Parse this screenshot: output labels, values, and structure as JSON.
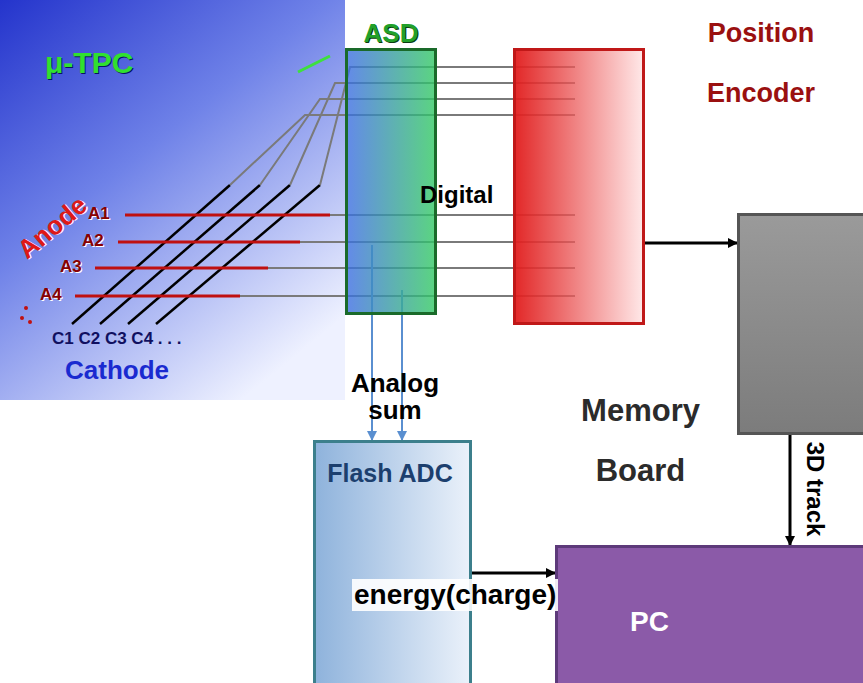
{
  "diagram": {
    "nodes": [
      {
        "text": [
          "μ-TPC"
        ]
      },
      {
        "text": [
          "ASD"
        ]
      },
      {
        "text": [
          "Position Encoder"
        ]
      },
      {
        "text": [
          "Memory Board"
        ]
      },
      {
        "text": [
          "Flash ADC"
        ]
      },
      {
        "text": [
          "PC"
        ]
      }
    ],
    "edges": [
      {
        "from": 2,
        "to": 3,
        "arrow": "to"
      },
      {
        "from": 4,
        "to": 5,
        "label": "energy(charge)",
        "arrow": "to"
      },
      {
        "from": 3,
        "to": 5,
        "label": "3D track",
        "arrow": "to"
      },
      {
        "from": 1,
        "to": 2,
        "label": "Digital",
        "arrow": "none"
      },
      {
        "from": 1,
        "to": 4,
        "label": "Analog sum",
        "arrow": "to"
      }
    ],
    "labels": [
      "Anode",
      "A1",
      "A2",
      "A3",
      "A4",
      "C1 C2 C3 C4 . . .",
      "Cathode"
    ]
  }
}
